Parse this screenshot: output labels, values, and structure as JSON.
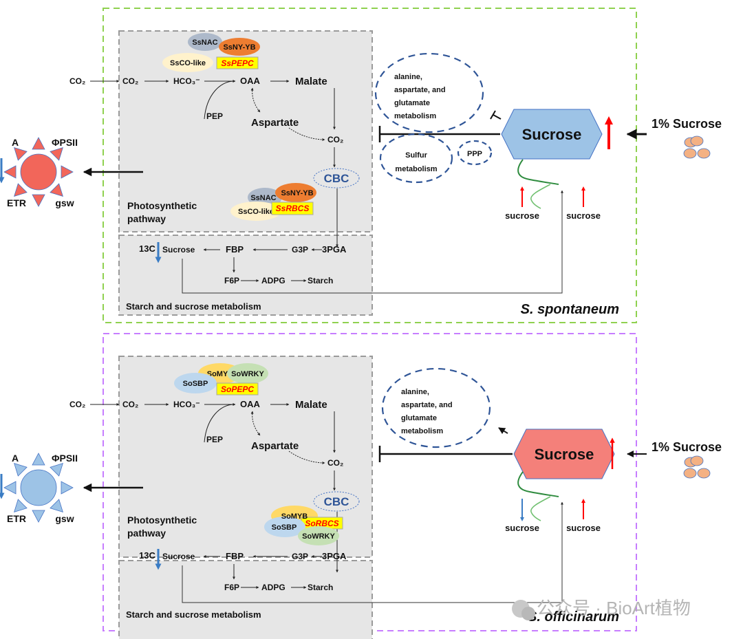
{
  "colors": {
    "spontaneum_border": "#8fd14f",
    "officinarum_border": "#c77dff",
    "gray_box_fill": "#e6e6e6",
    "gray_box_border": "#9a9a9a",
    "sun_red": "#f2665a",
    "sun_blue": "#9dc3e6",
    "sucrose_blue": "#9dc3e6",
    "sucrose_red": "#f4807a",
    "up_arrow": "#ff0000",
    "down_arrow": "#3a7cc4",
    "gene_box": "#ffff00",
    "gene_text": "#ff0000",
    "dashed_ellipse": "#2f5597",
    "sucrose_pellet": "#f4b183"
  },
  "panels": [
    {
      "id": "spontaneum",
      "species": "S. spontaneum",
      "sun_color_key": "sun_red",
      "sun_labels": {
        "top_left": "A",
        "top_right": "ΦPSII",
        "bottom_left": "ETR",
        "bottom_right": "gsw"
      },
      "photosynthesis": {
        "co2_outside": "CO₂",
        "co2_inside": "CO₂",
        "hco3": "HCO₃⁻",
        "oaa": "OAA",
        "malate": "Malate",
        "pep": "PEP",
        "aspartate": "Aspartate",
        "co2_bundle": "CO₂",
        "cbc": "CBC",
        "section_label_line1": "Photosynthetic",
        "section_label_line2": "pathway",
        "pepc_regulators": [
          "SsNAC",
          "SsNY-YB",
          "SsCO-like"
        ],
        "pepc_gene": "SsPEPC",
        "rbcs_regulators": [
          "SsNAC",
          "SsNY-YB",
          "SsCO-like"
        ],
        "rbcs_gene": "SsRBCS"
      },
      "starch_sucrose": {
        "c13": "13C",
        "sucrose": "Sucrose",
        "fbp": "FBP",
        "g3p": "G3P",
        "pga": "3PGA",
        "f6p": "F6P",
        "adpg": "ADPG",
        "starch": "Starch",
        "section_label": "Starch and sucrose metabolism"
      },
      "metabolism": {
        "amino_acid_lines": [
          "alanine,",
          "aspartate, and",
          "glutamate",
          "metabolism"
        ],
        "amino_acid_relation": "inhibit",
        "sulfur_lines": [
          "Sulfur",
          "metabolism"
        ],
        "ppp": "PPP"
      },
      "sucrose_node": "Sucrose",
      "sucrose_trend": "up",
      "external_sucrose": "1% Sucrose",
      "plant_labels": [
        {
          "text": "sucrose",
          "trend": "up"
        },
        {
          "text": "sucrose",
          "trend": "up"
        }
      ]
    },
    {
      "id": "officinarum",
      "species": "S. officinarum",
      "sun_color_key": "sun_blue",
      "sun_labels": {
        "top_left": "A",
        "top_right": "ΦPSII",
        "bottom_left": "ETR",
        "bottom_right": "gsw"
      },
      "photosynthesis": {
        "co2_outside": "CO₂",
        "co2_inside": "CO₂",
        "hco3": "HCO₃⁻",
        "oaa": "OAA",
        "malate": "Malate",
        "pep": "PEP",
        "aspartate": "Aspartate",
        "co2_bundle": "CO₂",
        "cbc": "CBC",
        "section_label_line1": "Photosynthetic",
        "section_label_line2": "pathway",
        "pepc_regulators": [
          "SoMYB",
          "SoWRKY",
          "SoSBP"
        ],
        "pepc_gene": "SoPEPC",
        "rbcs_regulators": [
          "SoMYB",
          "SoSBP",
          "SoWRKY"
        ],
        "rbcs_gene": "SoRBCS"
      },
      "starch_sucrose": {
        "c13": "13C",
        "sucrose": "Sucrose",
        "fbp": "FBP",
        "g3p": "G3P",
        "pga": "3PGA",
        "f6p": "F6P",
        "adpg": "ADPG",
        "starch": "Starch",
        "section_label": "Starch and sucrose metabolism"
      },
      "metabolism": {
        "amino_acid_lines": [
          "alanine,",
          "aspartate, and",
          "glutamate",
          "metabolism"
        ],
        "amino_acid_relation": "promote"
      },
      "sucrose_node": "Sucrose",
      "sucrose_trend": "up",
      "external_sucrose": "1% Sucrose",
      "plant_labels": [
        {
          "text": "sucrose",
          "trend": "down"
        },
        {
          "text": "sucrose",
          "trend": "up"
        }
      ]
    }
  ],
  "watermark": "公众号 · BioArt植物"
}
